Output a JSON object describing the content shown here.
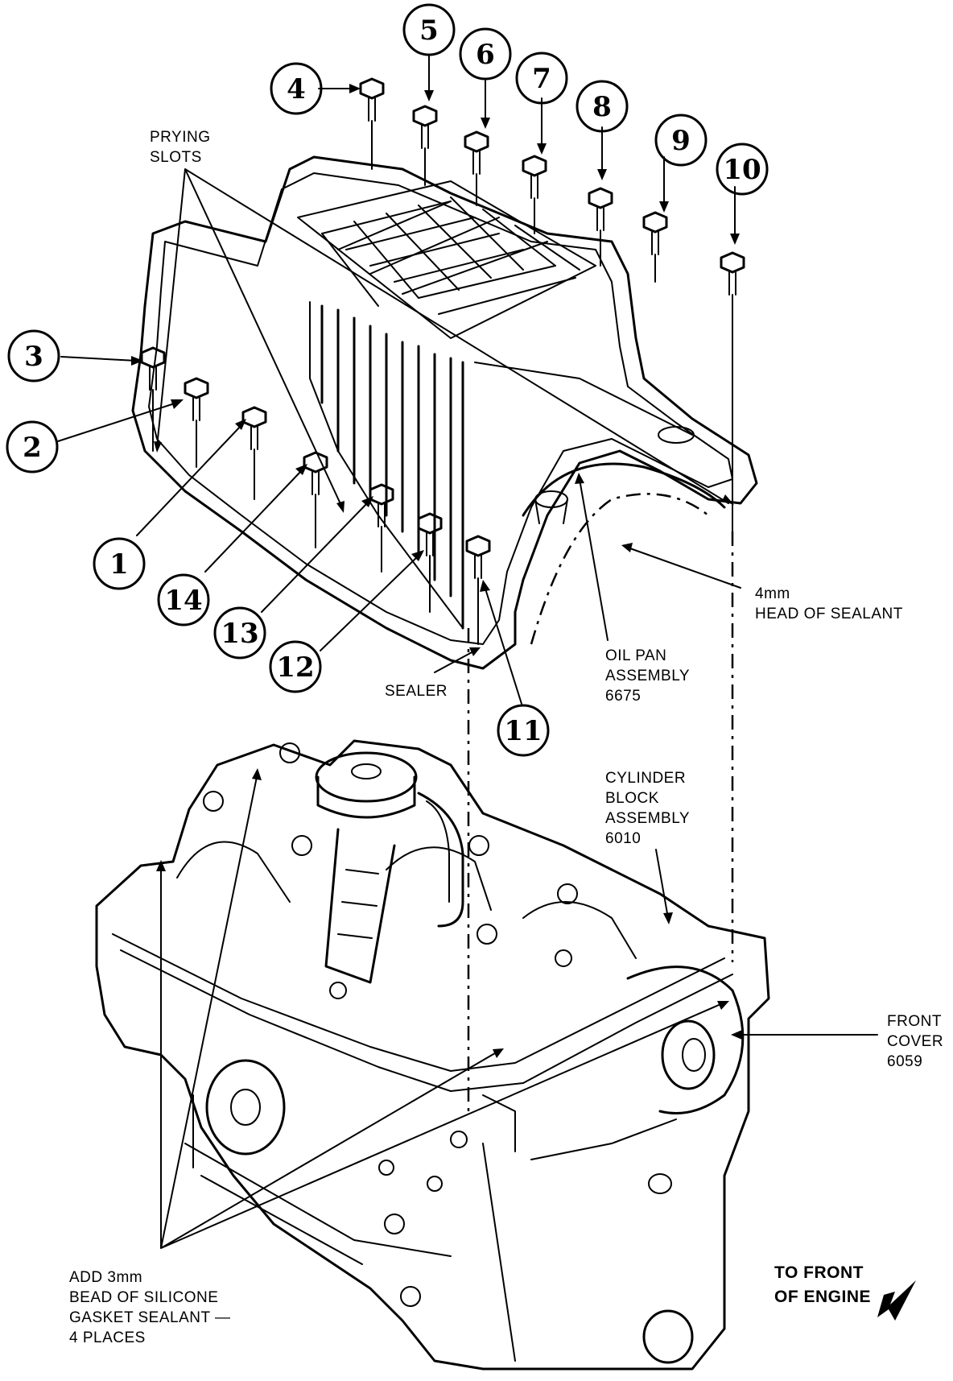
{
  "callouts": [
    "1",
    "2",
    "3",
    "4",
    "5",
    "6",
    "7",
    "8",
    "9",
    "10",
    "11",
    "12",
    "13",
    "14"
  ],
  "labels": {
    "prying_slots_1": "PRYING",
    "prying_slots_2": "SLOTS",
    "head_sealant_1": "4mm",
    "head_sealant_2": "HEAD OF SEALANT",
    "oil_pan_1": "OIL PAN",
    "oil_pan_2": "ASSEMBLY",
    "oil_pan_3": "6675",
    "sealer": "SEALER",
    "cylinder_1": "CYLINDER",
    "cylinder_2": "BLOCK",
    "cylinder_3": "ASSEMBLY",
    "cylinder_4": "6010",
    "front_cover_1": "FRONT",
    "front_cover_2": "COVER",
    "front_cover_3": "6059",
    "bead_1": "ADD 3mm",
    "bead_2": "BEAD OF SILICONE",
    "bead_3": "GASKET SEALANT —",
    "bead_4": "4 PLACES",
    "to_front_1": "TO FRONT",
    "to_front_2": "OF ENGINE"
  }
}
